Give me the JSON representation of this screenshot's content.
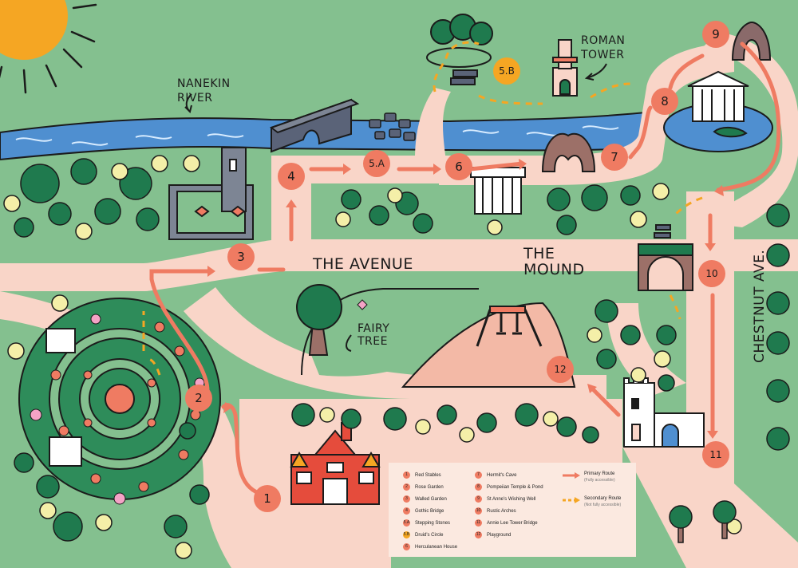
{
  "labels": {
    "river": "NANEKIN\nRIVER",
    "roman_tower": "ROMAN\nTOWER",
    "avenue": "THE AVENUE",
    "mound": "THE\nMOUND",
    "fairy_tree": "FAIRY\nTREE",
    "chestnut": "CHESTNUT AVE."
  },
  "markers": [
    {
      "id": "m1",
      "text": "1"
    },
    {
      "id": "m2",
      "text": "2"
    },
    {
      "id": "m3",
      "text": "3"
    },
    {
      "id": "m4",
      "text": "4"
    },
    {
      "id": "m5a",
      "text": "5.A"
    },
    {
      "id": "m5b",
      "text": "5.B"
    },
    {
      "id": "m6",
      "text": "6"
    },
    {
      "id": "m7",
      "text": "7"
    },
    {
      "id": "m8",
      "text": "8"
    },
    {
      "id": "m9",
      "text": "9"
    },
    {
      "id": "m10",
      "text": "10"
    },
    {
      "id": "m11",
      "text": "11"
    },
    {
      "id": "m12",
      "text": "12"
    }
  ],
  "legend": {
    "items": [
      {
        "num": "1",
        "name": "Red Stables"
      },
      {
        "num": "2",
        "name": "Rose Garden"
      },
      {
        "num": "3",
        "name": "Walled Garden"
      },
      {
        "num": "4",
        "name": "Gothic Bridge"
      },
      {
        "num": "5.A",
        "name": "Stepping Stones"
      },
      {
        "num": "5.B",
        "name": "Druid's Circle"
      },
      {
        "num": "6",
        "name": "Herculanean House"
      },
      {
        "num": "7",
        "name": "Hermit's Cave"
      },
      {
        "num": "8",
        "name": "Pompeiian Temple & Pond"
      },
      {
        "num": "9",
        "name": "St Anne's Wishing Well"
      },
      {
        "num": "10",
        "name": "Rustic Arches"
      },
      {
        "num": "11",
        "name": "Annie Lee Tower Bridge"
      },
      {
        "num": "12",
        "name": "Playground"
      }
    ],
    "primary_title": "Primary Route",
    "primary_sub": "(Fully accessible)",
    "secondary_title": "Secondary Route",
    "secondary_sub": "(Not fully accessible)"
  },
  "colors": {
    "grass": "#84c08f",
    "path": "#f9d5c8",
    "river": "#4f8fd0",
    "marker": "#ef7b62",
    "alt": "#f5a623",
    "tree_dark": "#1f7a4e",
    "tree_light": "#f4efa8"
  }
}
